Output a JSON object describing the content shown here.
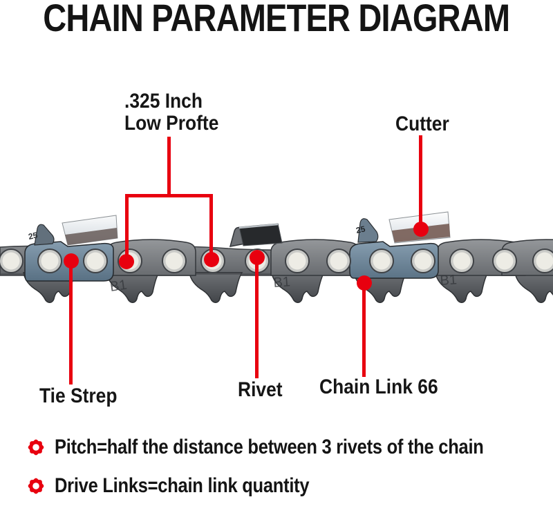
{
  "title": "CHAIN PARAMETER DIAGRAM",
  "callouts": {
    "pitch": {
      "line1": ".325 Inch",
      "line2": "Low Profte"
    },
    "cutter": "Cutter",
    "tie_strap": "Tie Strep",
    "rivet": "Rivet",
    "chain_link": "Chain Link 66"
  },
  "notes": {
    "pitch_note": "Pitch=half the distance between 3 rivets of the chain",
    "drive_links_note": "Drive Links=chain link quantity"
  },
  "chain": {
    "cutter_stamp": "25",
    "drive_link_stamp": "B1",
    "visible_rivet_count": 14
  },
  "icons": {
    "bullet_icon": "gear-icon"
  },
  "colors": {
    "annotation_red": "#e8000f",
    "text_black": "#141414",
    "chain_gray": "#6b6e72",
    "cutter_steel_blue": "#6f8799",
    "chrome": "#f4f6f8",
    "background": "#ffffff"
  }
}
